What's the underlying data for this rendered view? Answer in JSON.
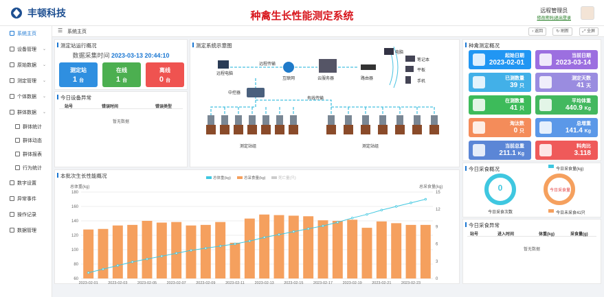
{
  "header": {
    "brand": "丰顿科技",
    "title": "种禽生长性能测定系统",
    "user": "远程管理员",
    "user_links": "修改密码|退出登录"
  },
  "nav": {
    "items": [
      {
        "label": "系统主页",
        "active": true
      },
      {
        "label": "设备管理"
      },
      {
        "label": "原始数据"
      },
      {
        "label": "测定管理"
      },
      {
        "label": "个体数据"
      },
      {
        "label": "群体数据"
      },
      {
        "label": "群体统计"
      },
      {
        "label": "群体动态"
      },
      {
        "label": "群体报表"
      },
      {
        "label": "行为统计"
      },
      {
        "label": "数字设置"
      },
      {
        "label": "异常事件"
      },
      {
        "label": "操作记录"
      },
      {
        "label": "数据管理"
      }
    ]
  },
  "tabs": {
    "current": "系统主页",
    "back": "返回",
    "refresh": "刷新",
    "fullscreen": "全屏"
  },
  "station": {
    "title": "测定站运行概况",
    "time_label": "数据采集时间",
    "time": "2023-03-13 20:44:10",
    "cards": [
      {
        "label": "测定站",
        "value": "1",
        "unit": "台",
        "color": "#2f8fe0"
      },
      {
        "label": "在线",
        "value": "1",
        "unit": "台",
        "color": "#4caf50"
      },
      {
        "label": "离线",
        "value": "0",
        "unit": "台",
        "color": "#ef5350"
      }
    ]
  },
  "device_err": {
    "title": "今日设备异常",
    "cols": [
      "站号",
      "错误时间",
      "错误类型"
    ],
    "empty": "暂无数据"
  },
  "diagram": {
    "title": "测定系统示意图",
    "remote_pc": "远程电脑",
    "remote_trans": "远程传输",
    "internet": "互联网",
    "cloud": "云服务器",
    "router": "路由器",
    "pc": "电脑",
    "laptop": "笔记本",
    "tablet": "平板",
    "phone": "手机",
    "controller": "中控器",
    "wired": "有线传输",
    "group1": "测定站组",
    "group2": "测定站组"
  },
  "overview": {
    "title": "种禽测定概况",
    "cards": [
      {
        "label": "起始日期",
        "value": "2023-02-01",
        "unit": "",
        "color": "#2196f3"
      },
      {
        "label": "当前日期",
        "value": "2023-03-14",
        "unit": "",
        "color": "#9c6fe0"
      },
      {
        "label": "已测数量",
        "value": "39",
        "unit": "只",
        "color": "#42b0e8"
      },
      {
        "label": "测定天数",
        "value": "41",
        "unit": "天",
        "color": "#9a8ce0"
      },
      {
        "label": "在测数量",
        "value": "41",
        "unit": "只",
        "color": "#3dbb5a"
      },
      {
        "label": "平均体重",
        "value": "440.9",
        "unit": "Kg",
        "color": "#43b85f"
      },
      {
        "label": "淘汰数",
        "value": "0",
        "unit": "只",
        "color": "#f48c5a"
      },
      {
        "label": "总增重",
        "value": "141.4",
        "unit": "Kg",
        "color": "#5b98e8"
      },
      {
        "label": "当前总重",
        "value": "211.1",
        "unit": "Kg",
        "color": "#5b86d6"
      },
      {
        "label": "料肉比",
        "value": "3.118",
        "unit": "",
        "color": "#ef5a5a"
      }
    ]
  },
  "feed": {
    "title": "今日采食概况",
    "count": "0",
    "count_label": "今日采食次数",
    "legend1": "今日采食量(kg)",
    "ring_text": "今日采食量",
    "legend2": "今日未采食41只"
  },
  "feed_err": {
    "title": "今日采食异常",
    "cols": [
      "站号",
      "进入时间",
      "体重(kg)",
      "采食量(g)"
    ],
    "empty": "暂无数据"
  },
  "chart_title": "本批次生长性能概况",
  "chart_data": {
    "type": "bar",
    "legend": [
      "总体重(kg)",
      "总采食量(kg)",
      "死亡量(只)"
    ],
    "ylabel_left": "总体重(kg)",
    "ylabel_right": "总采食量(kg)",
    "ylim_left": [
      60,
      180
    ],
    "ylim_right": [
      0,
      15
    ],
    "yticks_left": [
      60,
      80,
      100,
      120,
      140,
      160,
      180
    ],
    "yticks_right": [
      0,
      3,
      6,
      9,
      12,
      15
    ],
    "categories": [
      "2023-02-01",
      "2023-02-02",
      "2023-02-03",
      "2023-02-04",
      "2023-02-05",
      "2023-02-06",
      "2023-02-07",
      "2023-02-08",
      "2023-02-09",
      "2023-02-10",
      "2023-02-11",
      "2023-02-12",
      "2023-02-13",
      "2023-02-14",
      "2023-02-15",
      "2023-02-16",
      "2023-02-17",
      "2023-02-18",
      "2023-02-19",
      "2023-02-20",
      "2023-02-21",
      "2023-02-22",
      "2023-02-23",
      "2023-02-24"
    ],
    "xtick_labels": [
      "2023-02-01",
      "2023-02-03",
      "2023-02-05",
      "2023-02-07",
      "2023-02-09",
      "2023-02-11",
      "2023-02-13",
      "2023-02-15",
      "2023-02-17",
      "2023-02-19",
      "2023-02-21",
      "2023-02-23"
    ],
    "series": [
      {
        "name": "总采食量(kg)",
        "axis": "right",
        "type": "bar",
        "color": "#f5a05e",
        "values": [
          8.5,
          8.6,
          9.2,
          9.3,
          10,
          9.7,
          9.8,
          9.2,
          9.3,
          9.8,
          6.2,
          10.4,
          11.1,
          11,
          10.9,
          10.8,
          10.1,
          10,
          10.2,
          8.8,
          9.9,
          9.6,
          9.3,
          9.3
        ]
      },
      {
        "name": "总体重(kg)",
        "axis": "left",
        "type": "line",
        "color": "#3fc7e0",
        "values": [
          68,
          73,
          78,
          83,
          87,
          91,
          95,
          99,
          102,
          105,
          108,
          112,
          117,
          121,
          125,
          129,
          133,
          138,
          144,
          149,
          155,
          160,
          165,
          170
        ]
      }
    ]
  }
}
